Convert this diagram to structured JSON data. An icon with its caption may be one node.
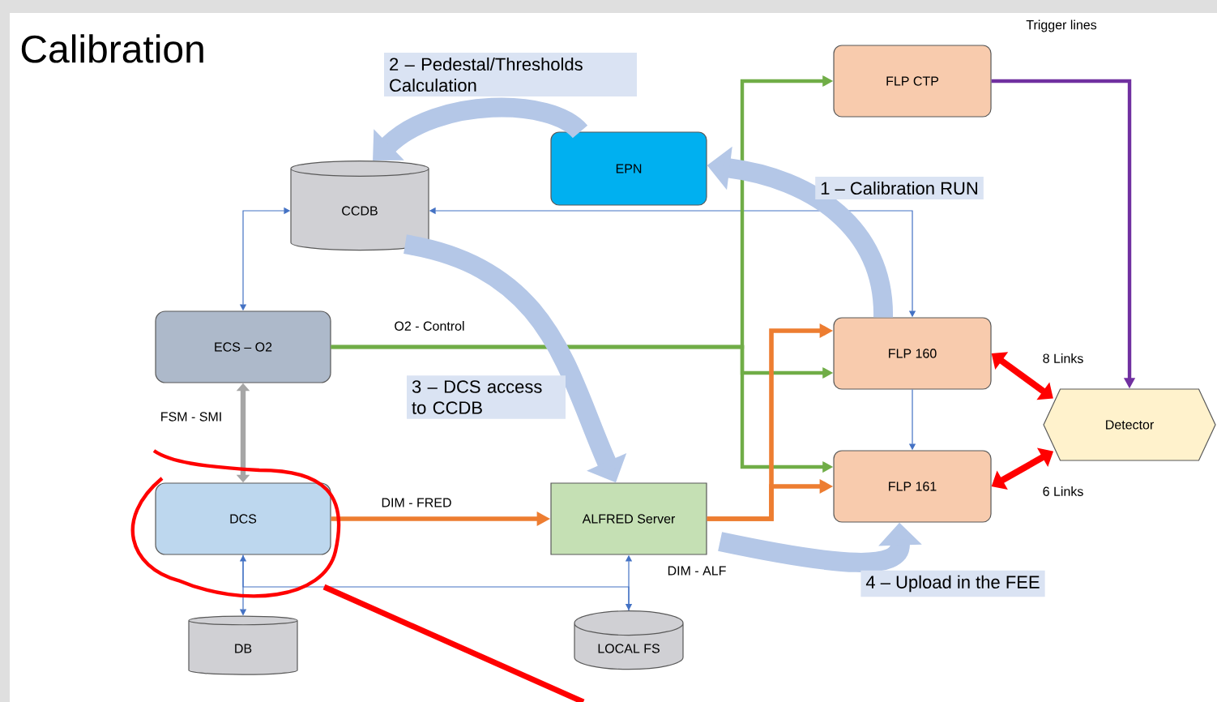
{
  "diagram": {
    "title": "Calibration",
    "nodes": [
      {
        "text": [
          "CCDB"
        ]
      },
      {
        "text": [
          "EPN"
        ]
      },
      {
        "text": [
          "FLP CTP"
        ]
      },
      {
        "text": [
          "ECS – O2"
        ]
      },
      {
        "text": [
          "FLP 160"
        ]
      },
      {
        "text": [
          "Detector"
        ]
      },
      {
        "text": [
          "DCS"
        ]
      },
      {
        "text": [
          "ALFRED Server"
        ]
      },
      {
        "text": [
          "FLP 161"
        ]
      },
      {
        "text": [
          "DB"
        ]
      },
      {
        "text": [
          "LOCAL FS"
        ]
      }
    ],
    "edges": [
      {
        "from": 4,
        "to": 0,
        "arrow": "both"
      },
      {
        "from": 0,
        "to": 3,
        "arrow": "both"
      },
      {
        "from": 3,
        "to": 2,
        "arrow": "to",
        "label": "O2 - Control",
        "color": "#70ad47"
      },
      {
        "from": 3,
        "to": 4,
        "arrow": "to",
        "color": "#70ad47"
      },
      {
        "from": 3,
        "to": 8,
        "arrow": "to",
        "color": "#70ad47"
      },
      {
        "from": 2,
        "to": 5,
        "arrow": "to",
        "label": "Trigger lines",
        "color": "#7030a0"
      },
      {
        "from": 3,
        "to": 6,
        "arrow": "both",
        "label": "FSM - SMI",
        "color": "#a6a6a6"
      },
      {
        "from": 6,
        "to": 7,
        "arrow": "to",
        "label": "DIM - FRED",
        "color": "#ed7d31"
      },
      {
        "from": 7,
        "to": 4,
        "arrow": "to",
        "label": "DIM - ALF",
        "color": "#ed7d31"
      },
      {
        "from": 7,
        "to": 8,
        "arrow": "to",
        "color": "#ed7d31"
      },
      {
        "from": 4,
        "to": 5,
        "arrow": "both",
        "label": "8 Links",
        "style": "thick",
        "color": "#ff0000"
      },
      {
        "from": 8,
        "to": 5,
        "arrow": "both",
        "label": "6 Links",
        "style": "thick",
        "color": "#ff0000"
      },
      {
        "from": 4,
        "to": 8,
        "arrow": "to"
      },
      {
        "from": 6,
        "to": 9,
        "arrow": "both"
      },
      {
        "from": 7,
        "to": 10,
        "arrow": "both"
      },
      {
        "from": 6,
        "to": 10,
        "arrow": "none"
      },
      {
        "from": 4,
        "to": 1,
        "arrow": "to",
        "label": "1 – Calibration RUN",
        "style": "thick",
        "color": "#b4c7e7"
      },
      {
        "from": 1,
        "to": 0,
        "arrow": "to",
        "label": "2 – Pedestal/Thresholds Calculation",
        "style": "thick",
        "color": "#b4c7e7"
      },
      {
        "from": 0,
        "to": 7,
        "arrow": "to",
        "label": "3 – DCS access to CCDB",
        "style": "thick",
        "color": "#b4c7e7"
      },
      {
        "from": 7,
        "to": 8,
        "arrow": "to",
        "label": "4 – Upload in the FEE",
        "style": "thick",
        "color": "#b4c7e7"
      }
    ]
  }
}
